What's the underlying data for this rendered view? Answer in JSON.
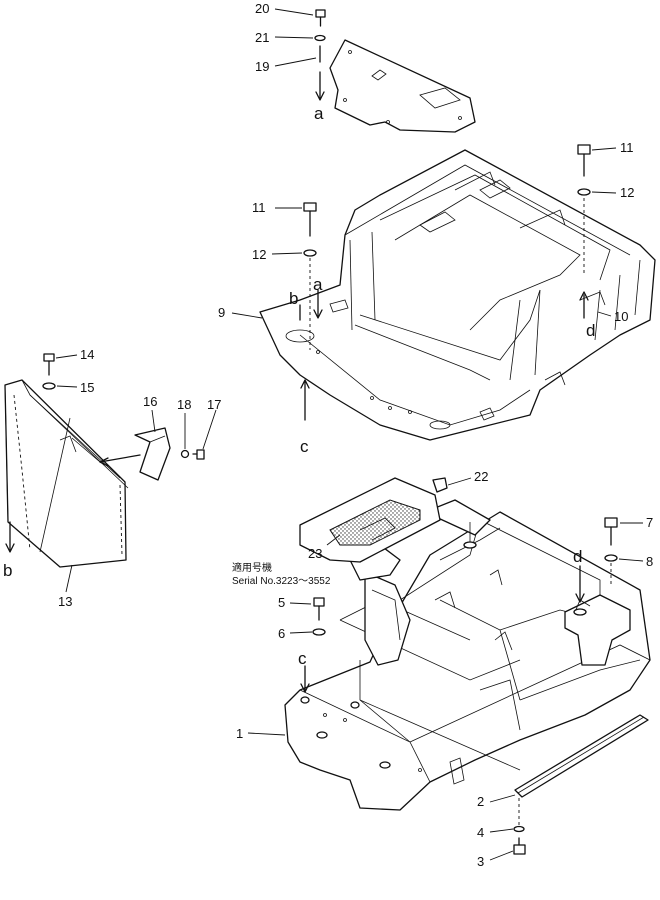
{
  "diagram": {
    "callouts": {
      "p1": "1",
      "p2": "2",
      "p3": "3",
      "p4": "4",
      "p5": "5",
      "p6": "6",
      "p7": "7",
      "p8": "8",
      "p9": "9",
      "p10": "10",
      "p11a": "11",
      "p11b": "11",
      "p12a": "12",
      "p12b": "12",
      "p13": "13",
      "p14": "14",
      "p15": "15",
      "p16": "16",
      "p17": "17",
      "p18": "18",
      "p19": "19",
      "p20": "20",
      "p21": "21",
      "p22": "22",
      "p23": "23"
    },
    "refs": {
      "a_top": "a",
      "a_mid": "a",
      "b_mid": "b",
      "b_left": "b",
      "c_mid": "c",
      "c_low": "c",
      "d_mid": "d",
      "d_low": "d"
    },
    "serial_note": {
      "line1": "適用号機",
      "line2": "Serial No.3223～3552"
    }
  }
}
